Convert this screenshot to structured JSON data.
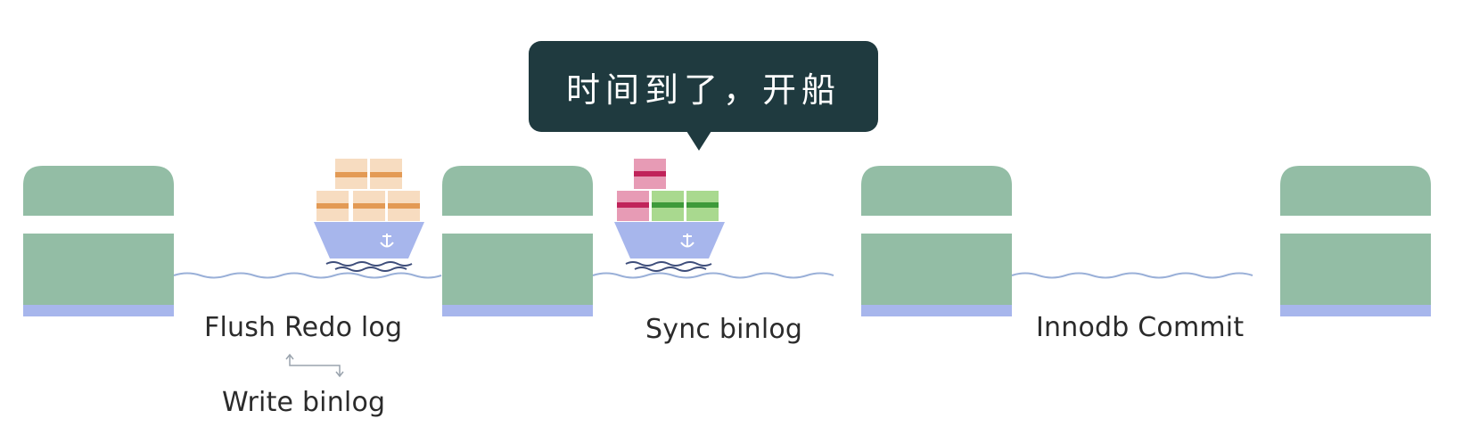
{
  "bubble": {
    "text": "时间到了，开船"
  },
  "stages": [
    {
      "label": "Flush Redo log"
    },
    {
      "label": "Sync binlog"
    },
    {
      "label": "Innodb Commit"
    }
  ],
  "sub_stage": {
    "label": "Write binlog"
  },
  "colors": {
    "dock": "#93bda5",
    "dock_base": "#a7b6ec",
    "water": "#9ab0d8",
    "boat": "#a7b6ec",
    "bubble": "#1f3a3f",
    "cargo_orange_light": "#f7dcc0",
    "cargo_orange_stripe": "#e39a55",
    "cargo_pink": "#e79bb5",
    "cargo_red_stripe": "#c0235a",
    "cargo_green": "#a9d98f",
    "cargo_green_stripe": "#3e9a3a"
  },
  "icons": [
    "anchor-icon",
    "swap-arrows-icon"
  ]
}
